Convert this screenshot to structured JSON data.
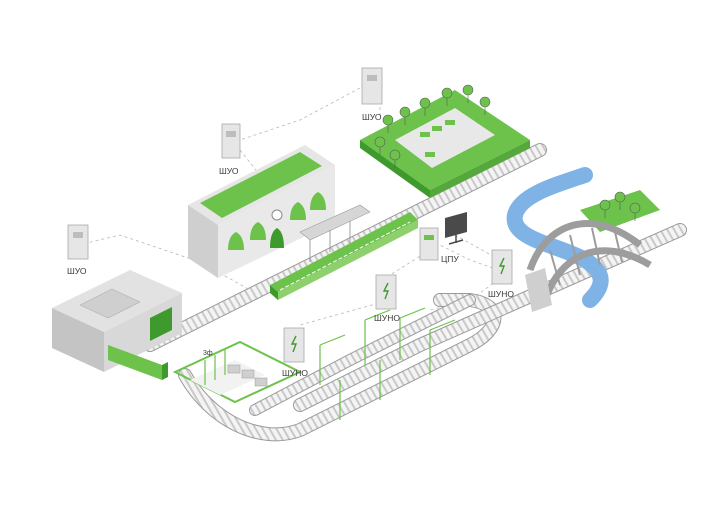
{
  "labels": {
    "shuo_top": "ШУО",
    "shuo_mid": "ШУО",
    "shuo_left": "ШУО",
    "cpu": "ЦПУ",
    "shuno_1": "ШУНО",
    "shuno_2": "ШУНО",
    "shuno_3": "ШУНО",
    "substation_mark": "3ф"
  },
  "colors": {
    "green": "#6cc24a",
    "dark_green": "#3f9a2e",
    "grey_light": "#e6e6e6",
    "grey_mid": "#bdbdbd",
    "grey_dark": "#8a8a8a",
    "water": "#7fb3e6"
  }
}
